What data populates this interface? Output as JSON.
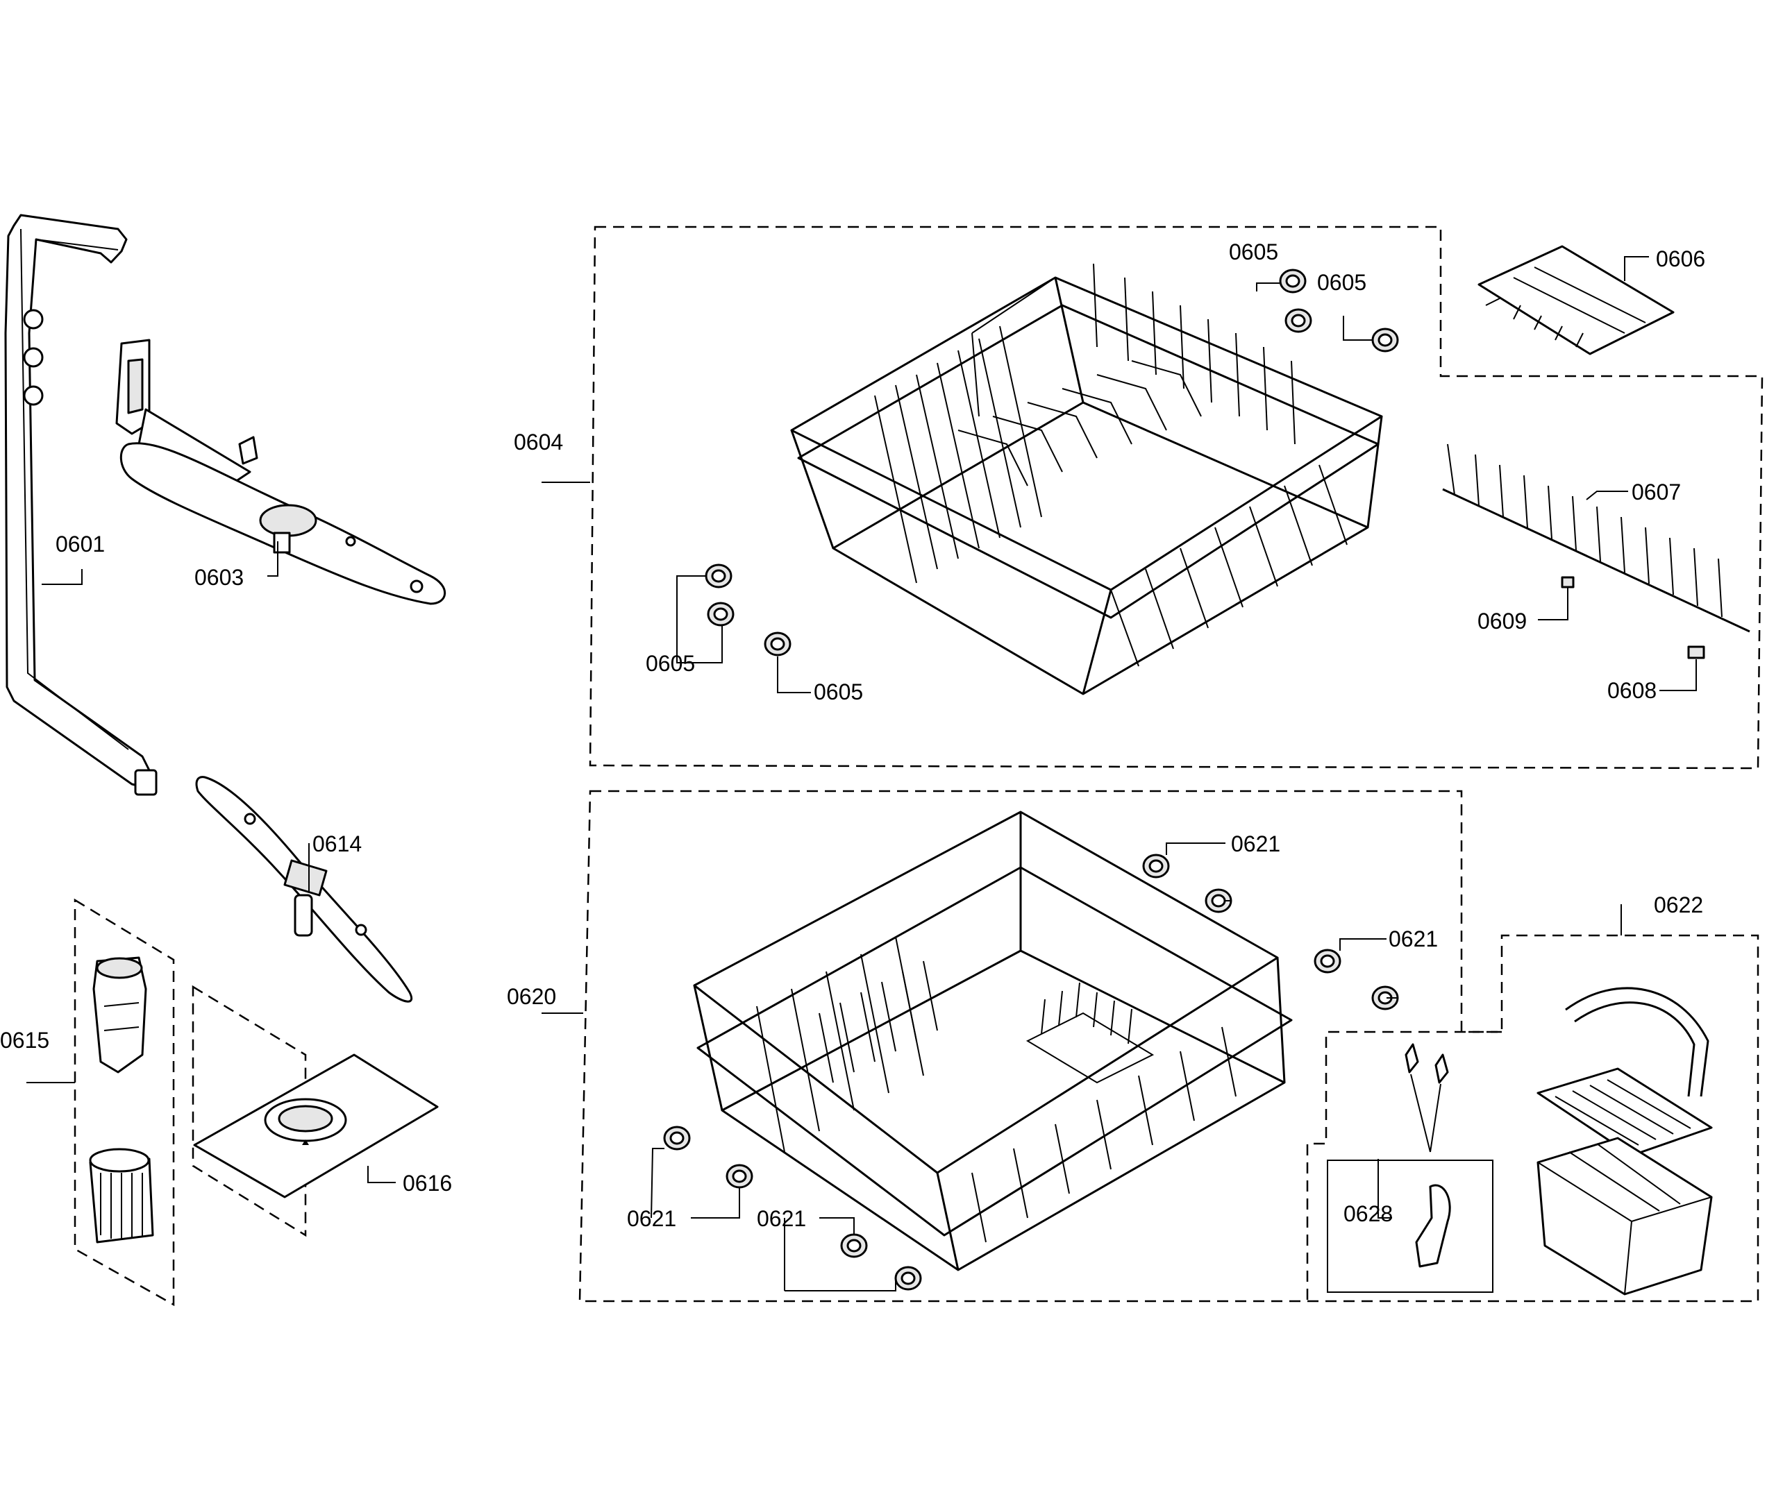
{
  "labels": {
    "p0601": "0601",
    "p0603": "0603",
    "p0604": "0604",
    "p0605_a": "0605",
    "p0605_b": "0605",
    "p0605_c": "0605",
    "p0605_d": "0605",
    "p0606": "0606",
    "p0607": "0607",
    "p0608": "0608",
    "p0609": "0609",
    "p0614": "0614",
    "p0615": "0615",
    "p0616": "0616",
    "p0620": "0620",
    "p0621_a": "0621",
    "p0621_b": "0621",
    "p0621_c": "0621",
    "p0621_d": "0621",
    "p0622": "0622",
    "p0628": "0628"
  }
}
